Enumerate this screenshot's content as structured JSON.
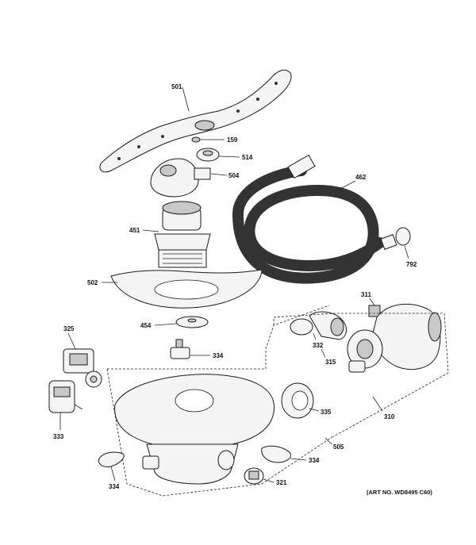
{
  "labels": {
    "p501": "501",
    "p159": "159",
    "p514": "514",
    "p504": "504",
    "p462": "462",
    "p451": "451",
    "p792": "792",
    "p502": "502",
    "p311": "311",
    "p454": "454",
    "p325": "325",
    "p332": "332",
    "p334a": "334",
    "p315": "315",
    "p333": "333",
    "p335": "335",
    "p310": "310",
    "p505": "505",
    "p334b": "334",
    "p334c": "334",
    "p321": "321"
  },
  "art_number": "(ART NO. WD8495 C60)"
}
